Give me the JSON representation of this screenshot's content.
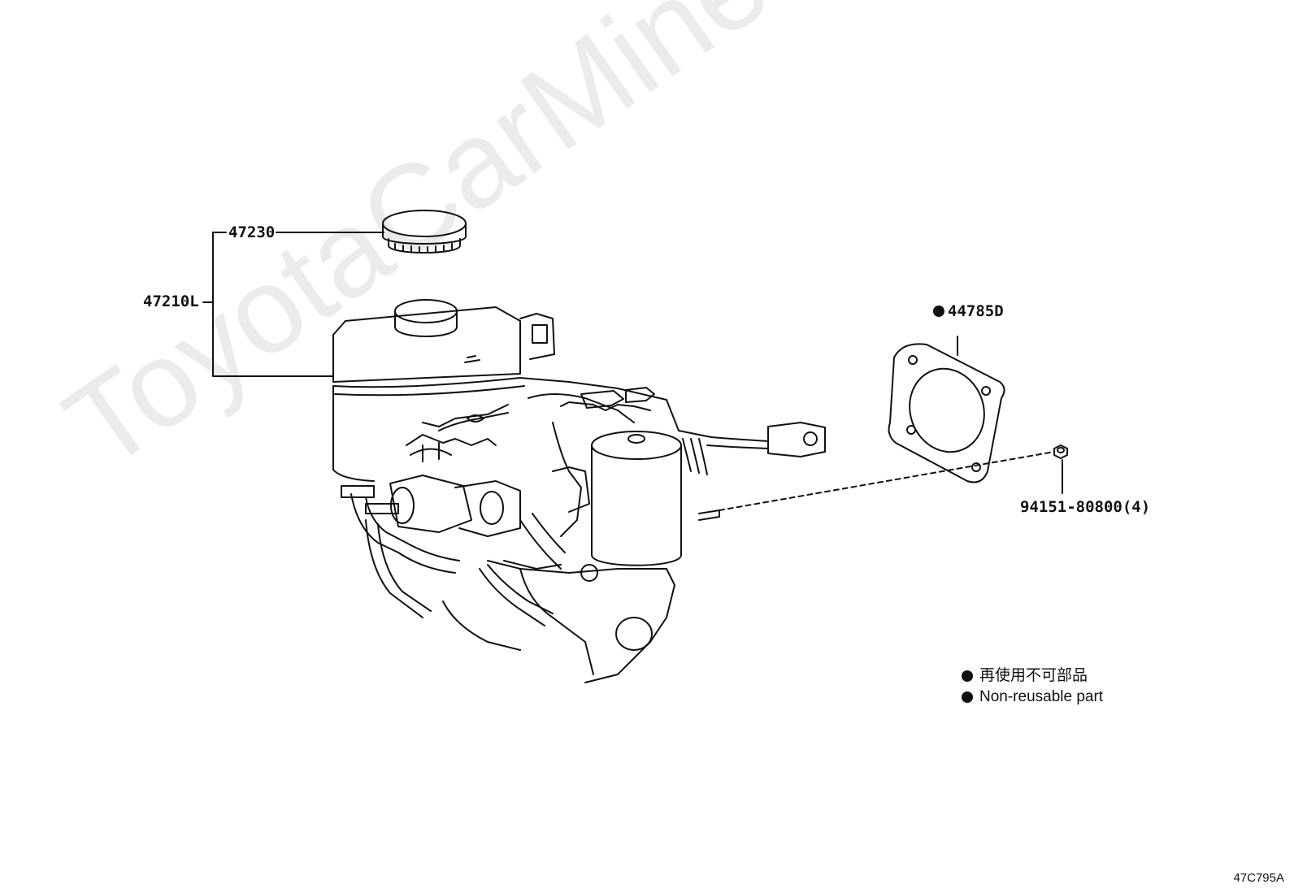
{
  "labels": {
    "cap": "47230",
    "master_cylinder": "47210L",
    "gasket": "44785D",
    "nut": "94151-80800(4)"
  },
  "legend": {
    "items": [
      {
        "text": "再使用不可部品"
      },
      {
        "text": "Non-reusable part"
      }
    ]
  },
  "watermark": "ToyotaCarMine.ru",
  "diagram_code": "47C795A"
}
